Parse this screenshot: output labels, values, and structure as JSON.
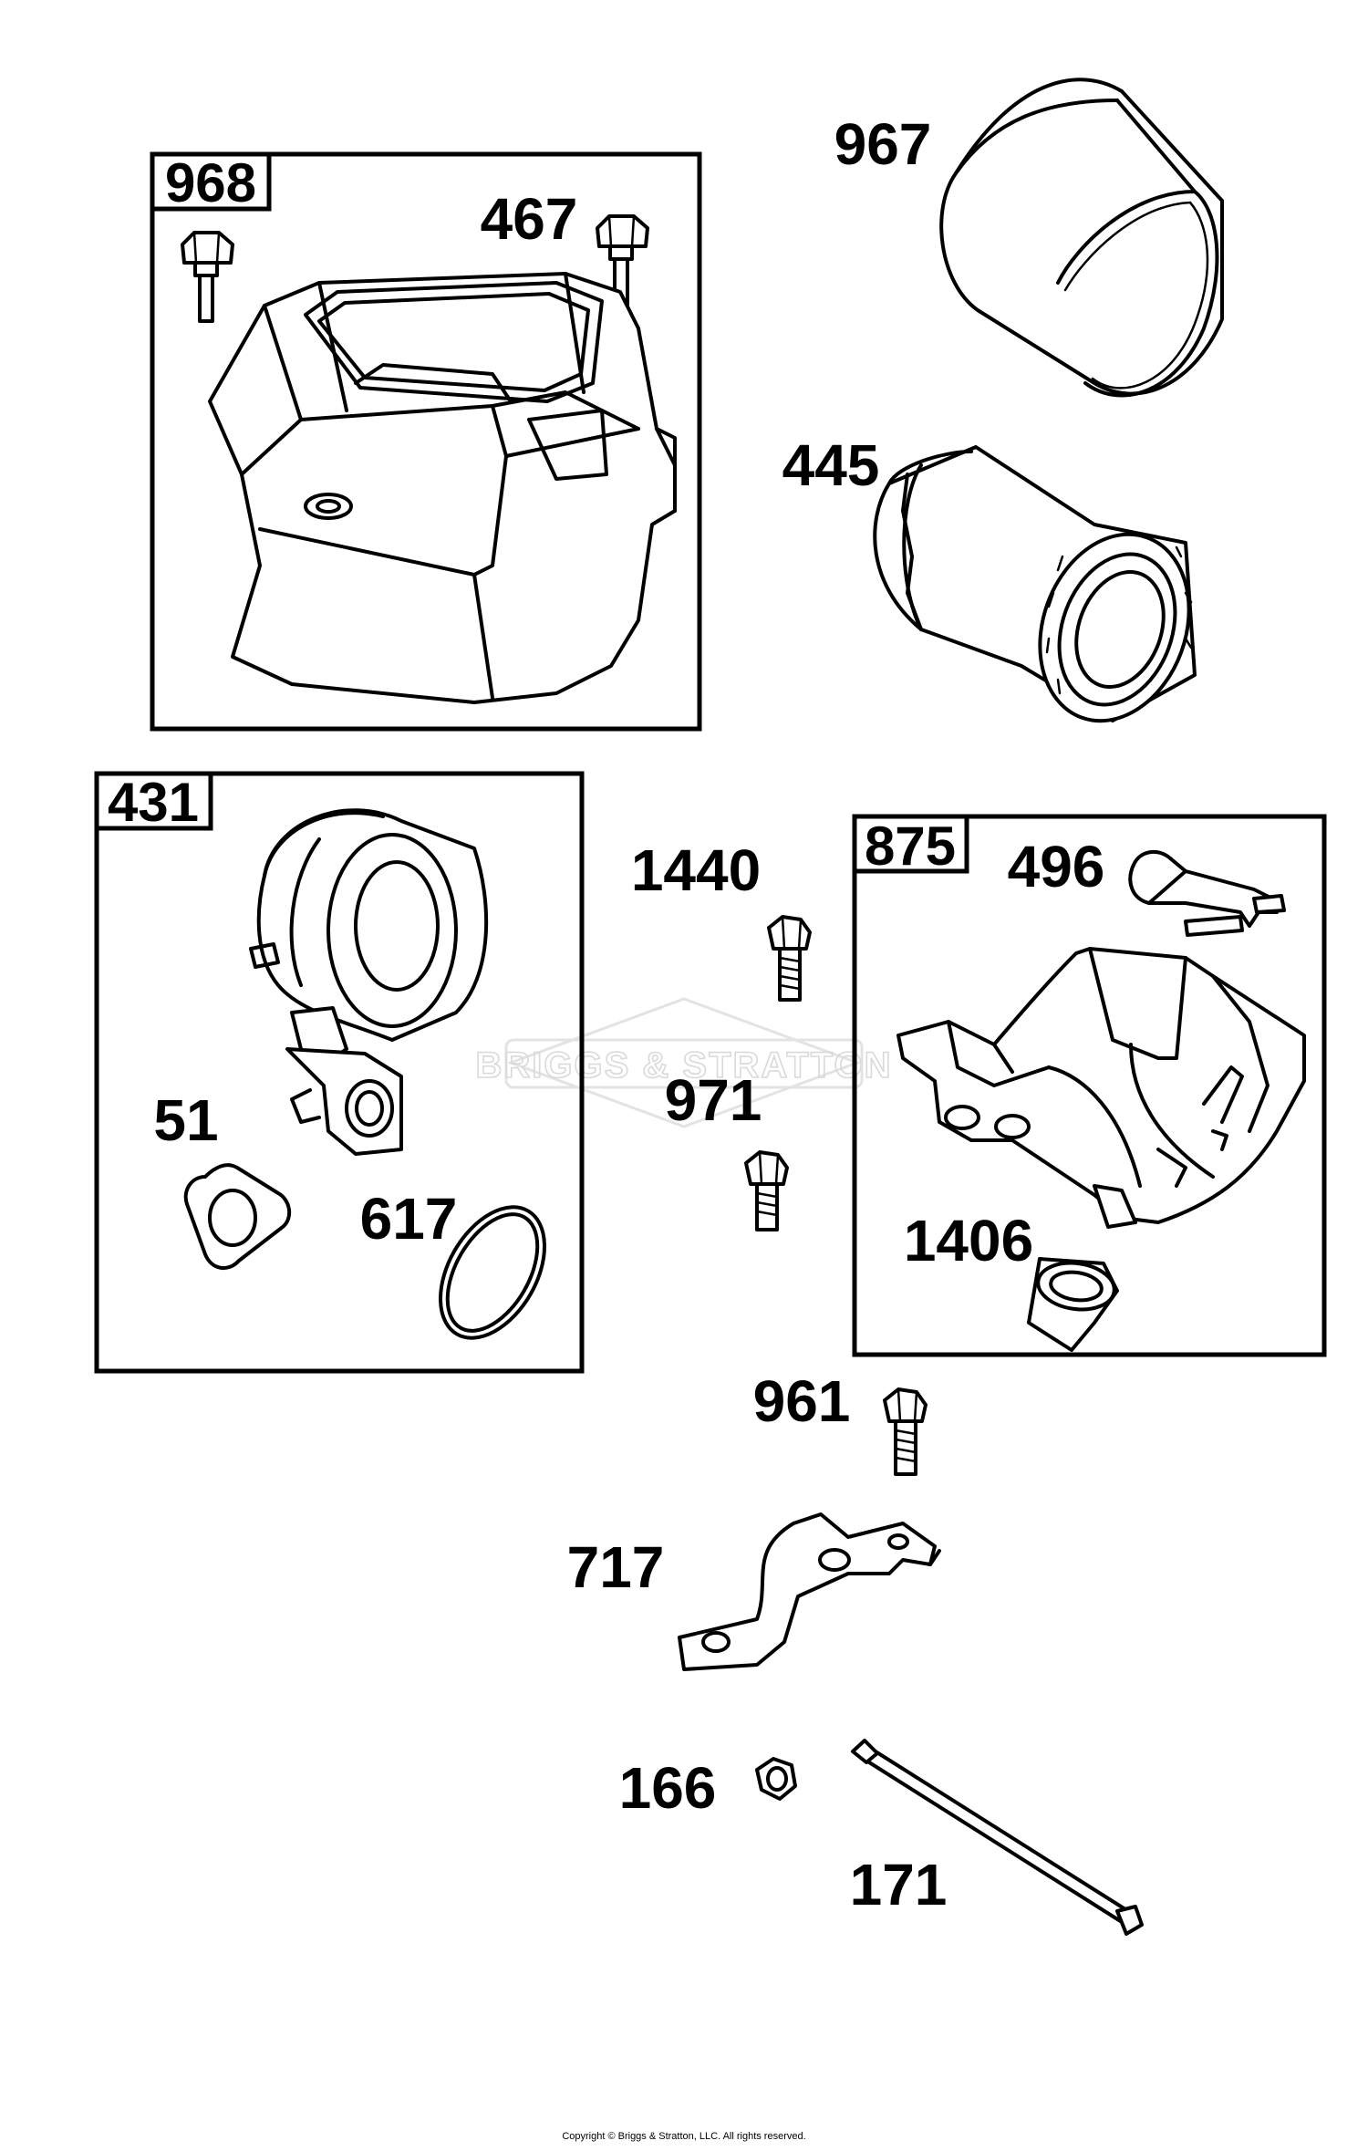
{
  "diagram": {
    "watermark": "BRIGGS & STRATTON",
    "copyright": "Copyright © Briggs & Stratton, LLC. All rights reserved.",
    "groups": [
      {
        "id": "968"
      },
      {
        "id": "431"
      },
      {
        "id": "875"
      }
    ],
    "callouts": [
      {
        "id": "467"
      },
      {
        "id": "967"
      },
      {
        "id": "445"
      },
      {
        "id": "1440"
      },
      {
        "id": "496"
      },
      {
        "id": "51"
      },
      {
        "id": "971"
      },
      {
        "id": "617"
      },
      {
        "id": "1406"
      },
      {
        "id": "961"
      },
      {
        "id": "717"
      },
      {
        "id": "166"
      },
      {
        "id": "171"
      }
    ]
  }
}
